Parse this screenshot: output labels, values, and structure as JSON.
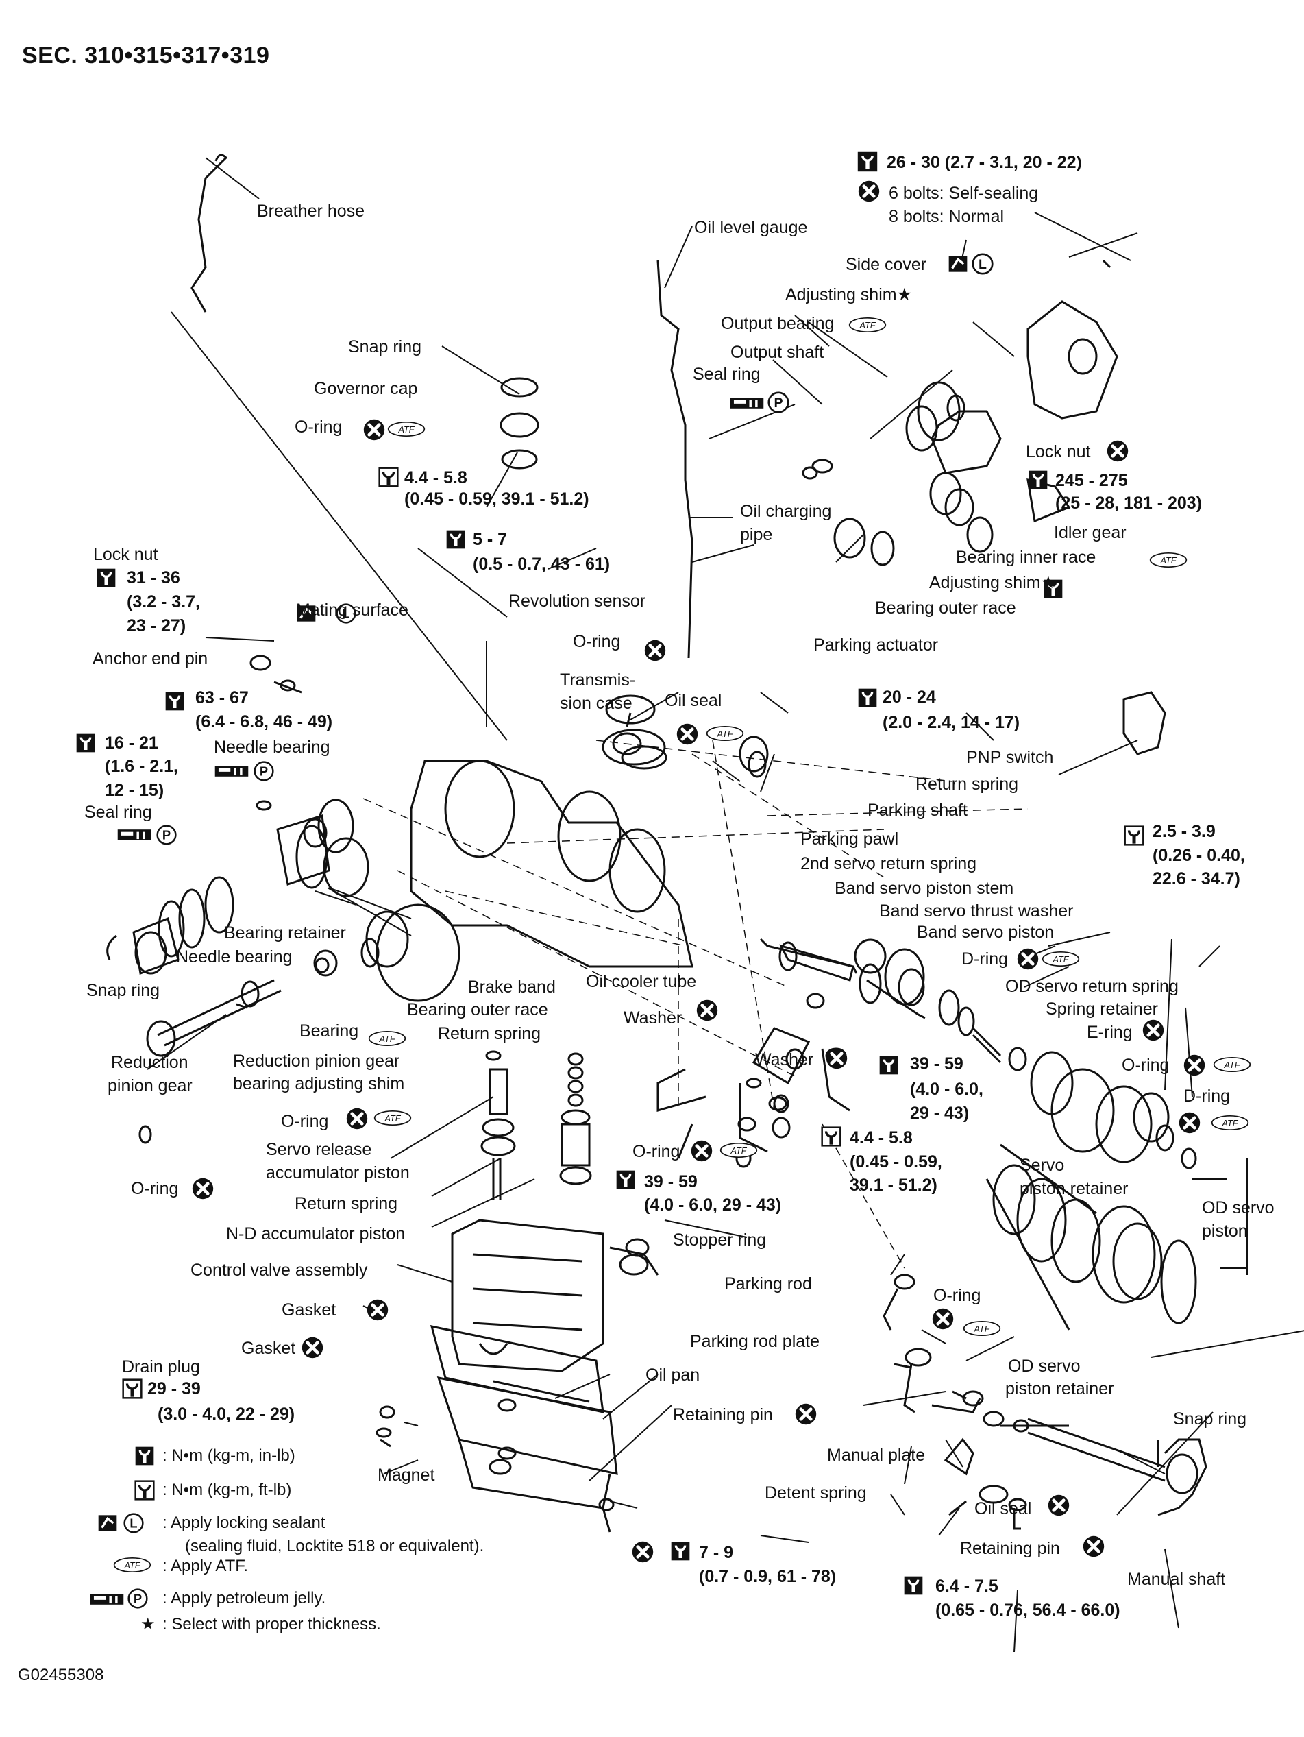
{
  "title": "SEC. 310•315•317•319",
  "figure_code": "G02455308",
  "symbols": {
    "torque_wrench_in_lb": "torque-wrench-in-lb-icon",
    "torque_wrench_ft_lb": "torque-wrench-ft-lb-icon",
    "replace": "replace-x-icon",
    "atf": "ATF",
    "locking_sealant": "L",
    "petroleum_jelly": "P",
    "select": "★"
  },
  "labels": {
    "breather_hose": "Breather hose",
    "oil_level_gauge": "Oil level gauge",
    "bolts_self_sealing": "6 bolts: Self-sealing",
    "bolts_normal": "8 bolts: Normal",
    "side_cover": "Side cover",
    "adjusting_shim_top": "Adjusting shim★",
    "output_bearing": "Output bearing",
    "output_shaft": "Output shaft",
    "seal_ring_top": "Seal ring",
    "snap_ring_top": "Snap ring",
    "governor_cap": "Governor cap",
    "o_ring_1": "O-ring",
    "lock_nut_right": "Lock nut",
    "oil_charging_pipe_1": "Oil charging",
    "oil_charging_pipe_2": "pipe",
    "idler_gear": "Idler gear",
    "bearing_inner_race": "Bearing inner race",
    "adjusting_shim_mid": "Adjusting shim★",
    "bearing_outer_race_right": "Bearing outer race",
    "lock_nut_left": "Lock nut",
    "mating_surface": "Mating surface",
    "revolution_sensor": "Revolution sensor",
    "o_ring_2": "O-ring",
    "anchor_end_pin": "Anchor end pin",
    "transmission_case_1": "Transmis-",
    "transmission_case_2": "sion case",
    "oil_seal_top": "Oil seal",
    "parking_actuator": "Parking actuator",
    "needle_bearing_top": "Needle bearing",
    "pnp_switch": "PNP switch",
    "return_spring_park": "Return spring",
    "parking_shaft": "Parking shaft",
    "seal_ring_left": "Seal ring",
    "parking_pawl": "Parking pawl",
    "second_servo_return_spring": "2nd servo return spring",
    "band_servo_piston_stem": "Band servo piston stem",
    "band_servo_thrust_washer": "Band servo thrust washer",
    "band_servo_piston": "Band servo piston",
    "bearing_retainer": "Bearing retainer",
    "needle_bearing_left": "Needle bearing",
    "d_ring_1": "D-ring",
    "snap_ring_left": "Snap ring",
    "brake_band": "Brake band",
    "oil_cooler_tube": "Oil cooler tube",
    "od_servo_return_spring": "OD servo return spring",
    "bearing_outer_race_left": "Bearing outer race",
    "spring_retainer": "Spring retainer",
    "bearing": "Bearing",
    "return_spring_mid": "Return spring",
    "washer_1": "Washer",
    "e_ring": "E-ring",
    "reduction_1": "Reduction",
    "reduction_2": "pinion gear",
    "reduction_shim_1": "Reduction pinion gear",
    "reduction_shim_2": "bearing adjusting shim",
    "washer_2": "Washer",
    "o_ring_3": "O-ring",
    "d_ring_2": "D-ring",
    "o_ring_4": "O-ring",
    "servo_release_1": "Servo release",
    "servo_release_2": "accumulator piston",
    "o_ring_5": "O-ring",
    "servo_piston_retainer_1": "Servo",
    "servo_piston_retainer_2": "piston retainer",
    "od_servo_piston_1": "OD servo",
    "od_servo_piston_2": "piston",
    "o_ring_left": "O-ring",
    "return_spring_low": "Return spring",
    "nd_accumulator_piston": "N-D accumulator piston",
    "stopper_ring": "Stopper ring",
    "control_valve_assembly": "Control valve assembly",
    "parking_rod": "Parking rod",
    "o_ring_6": "O-ring",
    "gasket_1": "Gasket",
    "parking_rod_plate": "Parking rod plate",
    "gasket_2": "Gasket",
    "od_servo_retainer_1": "OD servo",
    "od_servo_retainer_2": "piston retainer",
    "drain_plug": "Drain plug",
    "oil_pan": "Oil pan",
    "retaining_pin_1": "Retaining pin",
    "snap_ring_right": "Snap ring",
    "manual_plate": "Manual plate",
    "magnet": "Magnet",
    "detent_spring": "Detent spring",
    "oil_seal_low": "Oil seal",
    "retaining_pin_2": "Retaining pin",
    "manual_shaft": "Manual shaft"
  },
  "torque_specs": {
    "t_side_cover_1": "26 - 30 (2.7 - 3.1, 20 - 22)",
    "t_governor_1": "4.4 - 5.8",
    "t_governor_2": "(0.45 - 0.59, 39.1 - 51.2)",
    "t_pipe_1": "5 - 7",
    "t_pipe_2": "(0.5 - 0.7, 43 - 61)",
    "t_locknut_r_1": "245 - 275",
    "t_locknut_r_2": "(25 - 28, 181 - 203)",
    "t_locknut_l_1": "31 - 36",
    "t_locknut_l_2": "(3.2 - 3.7,",
    "t_locknut_l_3": "23 - 27)",
    "t_anchor_1": "63 - 67",
    "t_anchor_2": "(6.4 - 6.8, 46 - 49)",
    "t_retainer_1": "16 - 21",
    "t_retainer_2": "(1.6 - 2.1,",
    "t_retainer_3": "12 - 15)",
    "t_park_1": "20 - 24",
    "t_park_2": "(2.0 - 2.4, 14 - 17)",
    "t_pnp_1": "2.5 - 3.9",
    "t_pnp_2": "(0.26 - 0.40,",
    "t_pnp_3": "22.6 - 34.7)",
    "t_cooler_1": "39 - 59",
    "t_cooler_2": "(4.0 - 6.0,",
    "t_cooler_3": "29 - 43)",
    "t_cooler_b_1": "4.4 - 5.8",
    "t_cooler_b_2": "(0.45 - 0.59,",
    "t_cooler_b_3": "39.1 - 51.2)",
    "t_cooler_c_1": "39 - 59",
    "t_cooler_c_2": "(4.0 - 6.0, 29 - 43)",
    "t_drain_1": "29 - 39",
    "t_drain_2": "(3.0 - 4.0, 22 - 29)",
    "t_pan_1": "7 - 9",
    "t_pan_2": "(0.7 - 0.9, 61 - 78)",
    "t_manual_1": "6.4 - 7.5",
    "t_manual_2": "(0.65 - 0.76, 56.4 - 66.0)"
  },
  "legend": {
    "in_lb": ": N•m (kg-m, in-lb)",
    "ft_lb": ": N•m (kg-m, ft-lb)",
    "sealant_1": ": Apply locking sealant",
    "sealant_2": "(sealing fluid, Locktite 518 or equivalent).",
    "atf": ": Apply ATF.",
    "jelly": ": Apply petroleum jelly.",
    "select": ": Select with proper thickness."
  }
}
